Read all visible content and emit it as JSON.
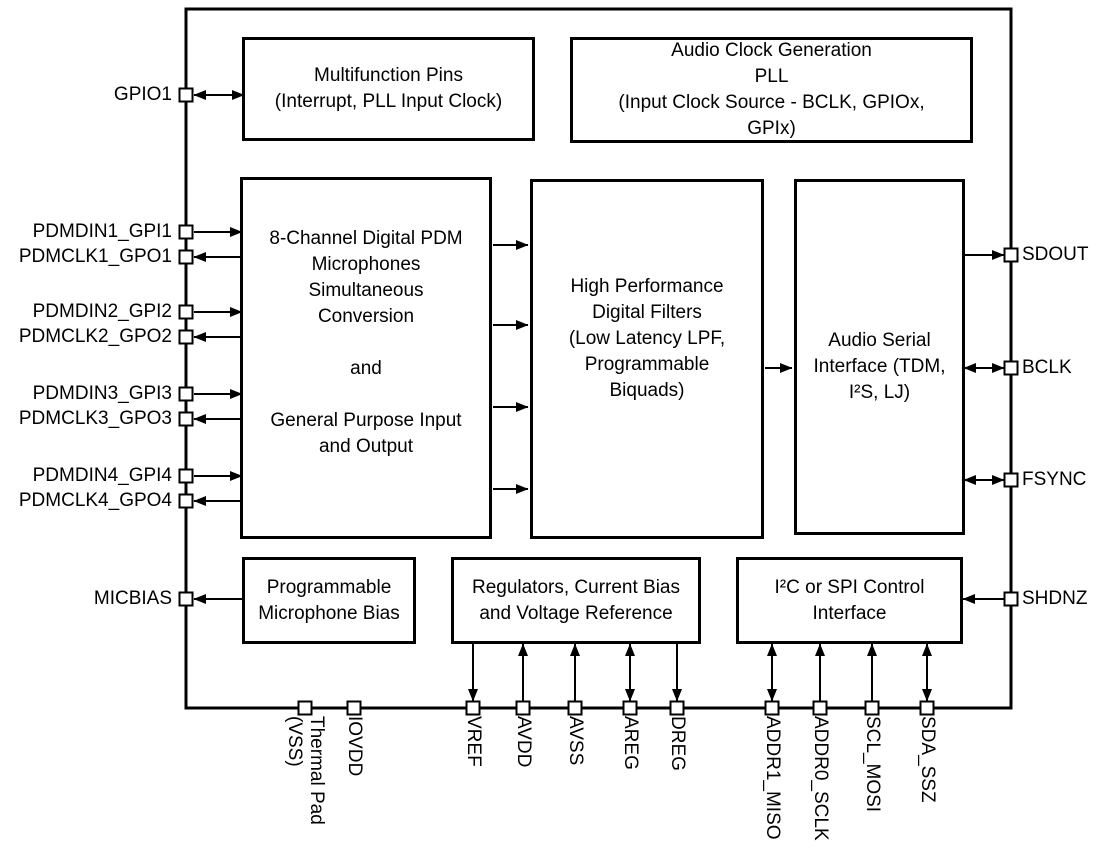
{
  "blocks": {
    "multifunction": {
      "label": "Multifunction Pins\n(Interrupt, PLL Input Clock)"
    },
    "audio_clock": {
      "label": "Audio Clock Generation\nPLL\n(Input Clock Source - BCLK, GPIOx,\nGPIx)"
    },
    "pdm": {
      "label": "8-Channel Digital PDM\nMicrophones\nSimultaneous\nConversion\n\nand\n\nGeneral Purpose Input\nand Output"
    },
    "filters": {
      "label": "High Performance\nDigital Filters\n(Low Latency LPF,\nProgrammable\nBiquads)"
    },
    "asi": {
      "label": "Audio Serial\nInterface (TDM,\nI²S, LJ)"
    },
    "micbias": {
      "label": "Programmable\nMicrophone Bias"
    },
    "regulators": {
      "label": "Regulators, Current Bias\nand Voltage Reference"
    },
    "control": {
      "label": "I²C or SPI Control\nInterface"
    }
  },
  "pins": {
    "left": [
      {
        "label": "GPIO1",
        "direction": "bidirectional"
      },
      {
        "label": "PDMDIN1_GPI1",
        "direction": "in"
      },
      {
        "label": "PDMCLK1_GPO1",
        "direction": "out"
      },
      {
        "label": "PDMDIN2_GPI2",
        "direction": "in"
      },
      {
        "label": "PDMCLK2_GPO2",
        "direction": "out"
      },
      {
        "label": "PDMDIN3_GPI3",
        "direction": "in"
      },
      {
        "label": "PDMCLK3_GPO3",
        "direction": "out"
      },
      {
        "label": "PDMDIN4_GPI4",
        "direction": "in"
      },
      {
        "label": "PDMCLK4_GPO4",
        "direction": "out"
      },
      {
        "label": "MICBIAS",
        "direction": "out"
      }
    ],
    "right": [
      {
        "label": "SDOUT",
        "direction": "out"
      },
      {
        "label": "BCLK",
        "direction": "bidirectional"
      },
      {
        "label": "FSYNC",
        "direction": "bidirectional"
      },
      {
        "label": "SHDNZ",
        "direction": "in"
      }
    ],
    "bottom": [
      {
        "label": "Thermal Pad\n(VSS)",
        "direction": "none"
      },
      {
        "label": "IOVDD",
        "direction": "none"
      },
      {
        "label": "VREF",
        "direction": "out"
      },
      {
        "label": "AVDD",
        "direction": "in"
      },
      {
        "label": "AVSS",
        "direction": "in"
      },
      {
        "label": "AREG",
        "direction": "bidirectional"
      },
      {
        "label": "DREG",
        "direction": "out"
      },
      {
        "label": "ADDR1_MISO",
        "direction": "bidirectional"
      },
      {
        "label": "ADDR0_SCLK",
        "direction": "in"
      },
      {
        "label": "SCL_MOSI",
        "direction": "in"
      },
      {
        "label": "SDA_SSZ",
        "direction": "bidirectional"
      }
    ]
  },
  "colors": {
    "line": "#000000",
    "background": "#ffffff"
  }
}
